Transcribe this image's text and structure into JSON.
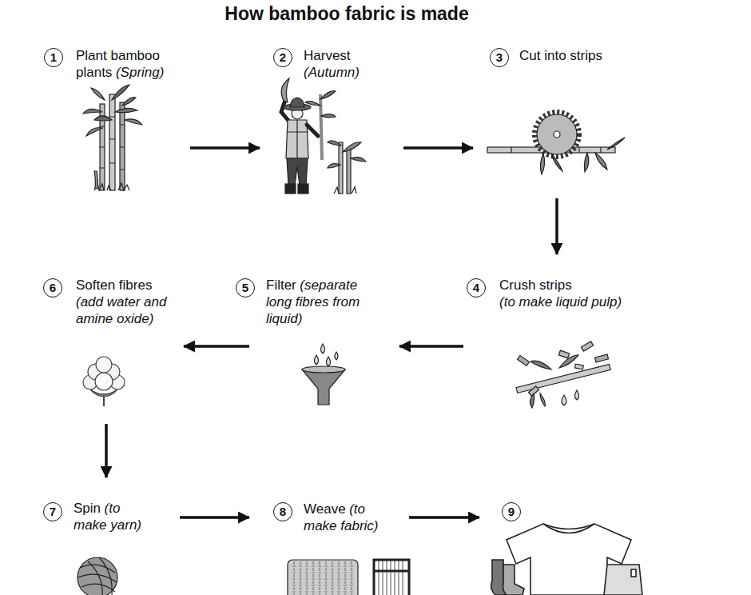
{
  "diagram": {
    "title": "How bamboo fabric is made",
    "nodes": [
      {
        "text": [
          "1",
          "Plant bamboo plants",
          "(Spring)"
        ]
      },
      {
        "text": [
          "2",
          "Harvest",
          "(Autumn)"
        ]
      },
      {
        "text": [
          "3",
          "Cut into strips"
        ]
      },
      {
        "text": [
          "4",
          "Crush strips",
          "(to make liquid pulp)"
        ]
      },
      {
        "text": [
          "5",
          "Filter",
          "(separate long fibres from liquid)"
        ]
      },
      {
        "text": [
          "6",
          "Soften fibres",
          "(add water and amine oxide)"
        ]
      },
      {
        "text": [
          "7",
          "Spin",
          "(to make yarn)"
        ]
      },
      {
        "text": [
          "8",
          "Weave",
          "(to make fabric)"
        ]
      },
      {
        "text": [
          "9"
        ]
      }
    ],
    "edges": [
      {
        "from": 0,
        "to": 1,
        "arrow": "to"
      },
      {
        "from": 1,
        "to": 2,
        "arrow": "to"
      },
      {
        "from": 2,
        "to": 3,
        "arrow": "to"
      },
      {
        "from": 3,
        "to": 4,
        "arrow": "to"
      },
      {
        "from": 4,
        "to": 5,
        "arrow": "to"
      },
      {
        "from": 5,
        "to": 6,
        "arrow": "to"
      },
      {
        "from": 6,
        "to": 7,
        "arrow": "to"
      },
      {
        "from": 7,
        "to": 8,
        "arrow": "to"
      }
    ]
  }
}
